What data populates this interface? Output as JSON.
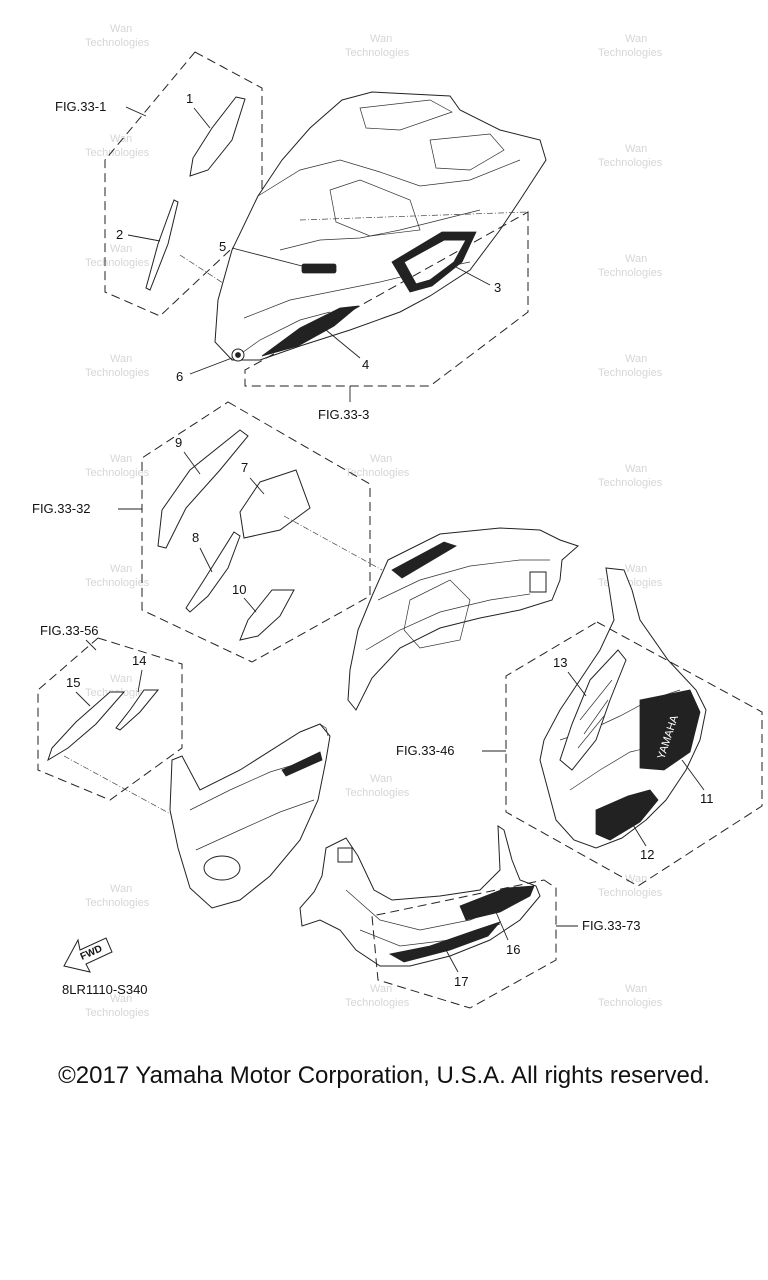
{
  "callouts": {
    "n1": "1",
    "n2": "2",
    "n3": "3",
    "n4": "4",
    "n5": "5",
    "n6": "6",
    "n7": "7",
    "n8": "8",
    "n9": "9",
    "n10": "10",
    "n11": "11",
    "n12": "12",
    "n13": "13",
    "n14": "14",
    "n15": "15",
    "n16": "16",
    "n17": "17"
  },
  "figure_refs": {
    "fig_33_1": "FIG.33-1",
    "fig_33_3": "FIG.33-3",
    "fig_33_32": "FIG.33-32",
    "fig_33_56": "FIG.33-56",
    "fig_33_46": "FIG.33-46",
    "fig_33_73": "FIG.33-73"
  },
  "fwd_label": "FWD",
  "brand_decal_text": "YAMAHA",
  "diagram_code": "8LR1110-S340",
  "watermark_line1": "Wan",
  "watermark_line2": "Technologies",
  "copyright": "©2017 Yamaha Motor Corporation, U.S.A. All rights reserved."
}
